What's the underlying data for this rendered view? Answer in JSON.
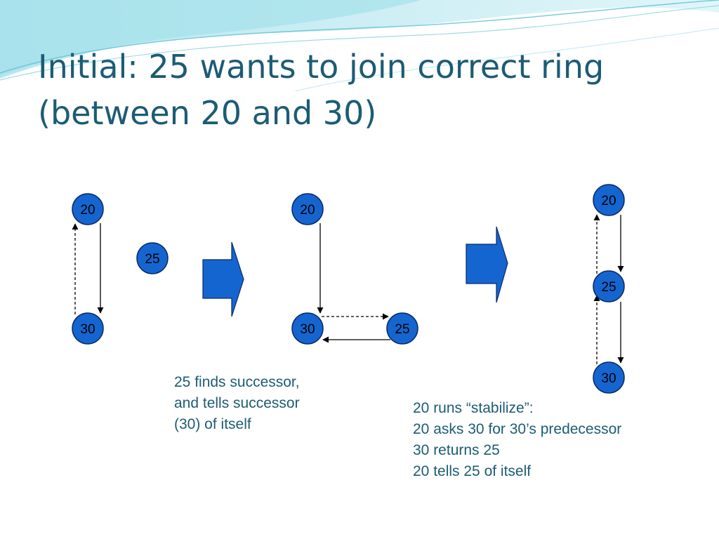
{
  "title": {
    "line1": "Initial:  25 wants to join correct ring",
    "line2": "(between 20 and 30)"
  },
  "step1": {
    "node_top": "20",
    "node_bottom": "30",
    "node_joining": "25"
  },
  "step2": {
    "node_top": "20",
    "node_bottom": "30",
    "node_joining": "25",
    "caption": {
      "line1": "25 finds successor,",
      "line2": "and tells successor",
      "line3": "(30) of itself"
    }
  },
  "step3": {
    "node_top": "20",
    "node_middle": "25",
    "node_bottom": "30",
    "caption": {
      "line1": "20 runs “stabilize”:",
      "line2": "20 asks 30 for 30’s predecessor",
      "line3": "30 returns 25",
      "line4": "20 tells 25 of itself"
    }
  },
  "colors": {
    "node_fill": "#1565d0",
    "arrow_fill": "#1565d0",
    "title_text": "#1c5c74",
    "body_text": "#1c5c74"
  }
}
